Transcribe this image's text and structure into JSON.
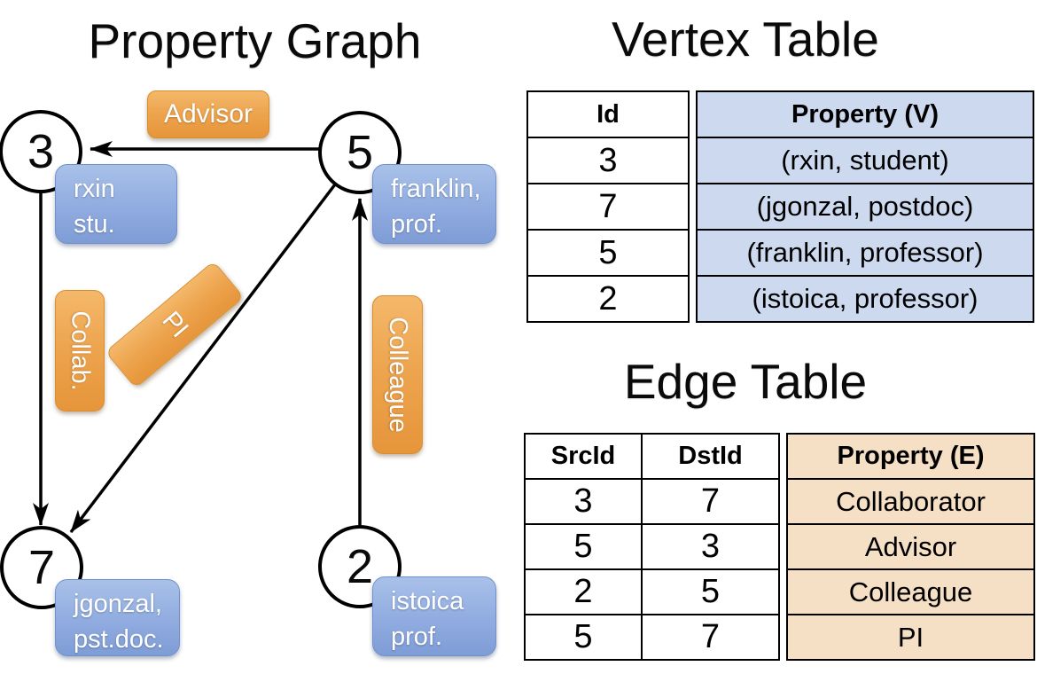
{
  "titles": {
    "graph": "Property Graph",
    "vertex_table": "Vertex Table",
    "edge_table": "Edge Table"
  },
  "graph": {
    "nodes": [
      {
        "id": "3",
        "property_line1": "rxin",
        "property_line2": "stu."
      },
      {
        "id": "5",
        "property_line1": "franklin,",
        "property_line2": "prof."
      },
      {
        "id": "7",
        "property_line1": "jgonzal,",
        "property_line2": "pst.doc."
      },
      {
        "id": "2",
        "property_line1": "istoica",
        "property_line2": "prof."
      }
    ],
    "edges": [
      {
        "from": "5",
        "to": "3",
        "label": "Advisor"
      },
      {
        "from": "3",
        "to": "7",
        "label": "Collab."
      },
      {
        "from": "5",
        "to": "7",
        "label": "PI"
      },
      {
        "from": "2",
        "to": "5",
        "label": "Colleague"
      }
    ]
  },
  "vertex_table": {
    "headers": {
      "id": "Id",
      "property": "Property (V)"
    },
    "rows": [
      {
        "id": "3",
        "property": "(rxin, student)"
      },
      {
        "id": "7",
        "property": "(jgonzal, postdoc)"
      },
      {
        "id": "5",
        "property": "(franklin, professor)"
      },
      {
        "id": "2",
        "property": "(istoica, professor)"
      }
    ]
  },
  "edge_table": {
    "headers": {
      "src": "SrcId",
      "dst": "DstId",
      "property": "Property (E)"
    },
    "rows": [
      {
        "src": "3",
        "dst": "7",
        "property": "Collaborator"
      },
      {
        "src": "5",
        "dst": "3",
        "property": "Advisor"
      },
      {
        "src": "2",
        "dst": "5",
        "property": "Colleague"
      },
      {
        "src": "5",
        "dst": "7",
        "property": "PI"
      }
    ]
  },
  "colors": {
    "edge_label_fill": "#efa74e",
    "vertex_box_fill": "#91ace0",
    "vertex_table_column_fill": "#cdd9ef",
    "edge_table_column_fill": "#f5dfc5"
  }
}
